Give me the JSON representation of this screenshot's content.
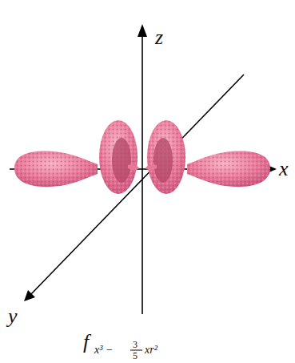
{
  "diagram": {
    "labels": [
      "z",
      "x",
      "y",
      "f",
      "x³ −",
      "3",
      "5",
      "xr²"
    ]
  }
}
